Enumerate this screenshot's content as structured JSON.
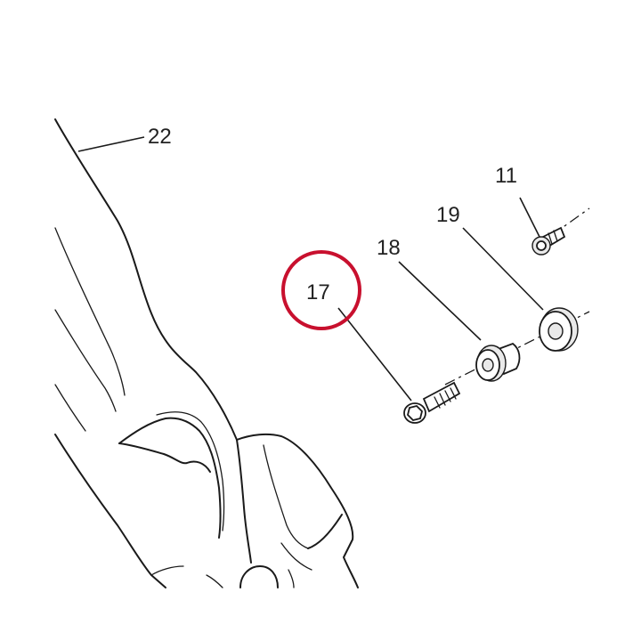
{
  "diagram": {
    "parts": [
      {
        "id": "part-22",
        "number": "22"
      },
      {
        "id": "part-11",
        "number": "11"
      },
      {
        "id": "part-19",
        "number": "19"
      },
      {
        "id": "part-18",
        "number": "18"
      },
      {
        "id": "part-17",
        "number": "17",
        "highlighted": true
      }
    ],
    "highlight_color": "#c8102e"
  }
}
